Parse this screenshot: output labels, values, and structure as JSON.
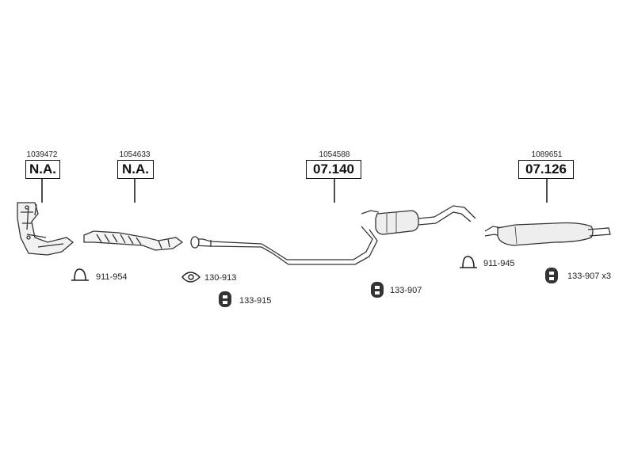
{
  "parts": [
    {
      "ref": "1039472",
      "code": "N.A."
    },
    {
      "ref": "1054633",
      "code": "N.A."
    },
    {
      "ref": "1054588",
      "code": "07.140"
    },
    {
      "ref": "1089651",
      "code": "07.126"
    }
  ],
  "accessories": [
    {
      "label": "911-954",
      "icon": "clamp-icon"
    },
    {
      "label": "130-913",
      "icon": "gasket-icon"
    },
    {
      "label": "133-915",
      "icon": "rubber-mount-icon"
    },
    {
      "label": "133-907",
      "icon": "rubber-mount-icon"
    },
    {
      "label": "911-945",
      "icon": "clamp-icon"
    },
    {
      "label": "133-907 x3",
      "icon": "rubber-mount-icon"
    }
  ]
}
